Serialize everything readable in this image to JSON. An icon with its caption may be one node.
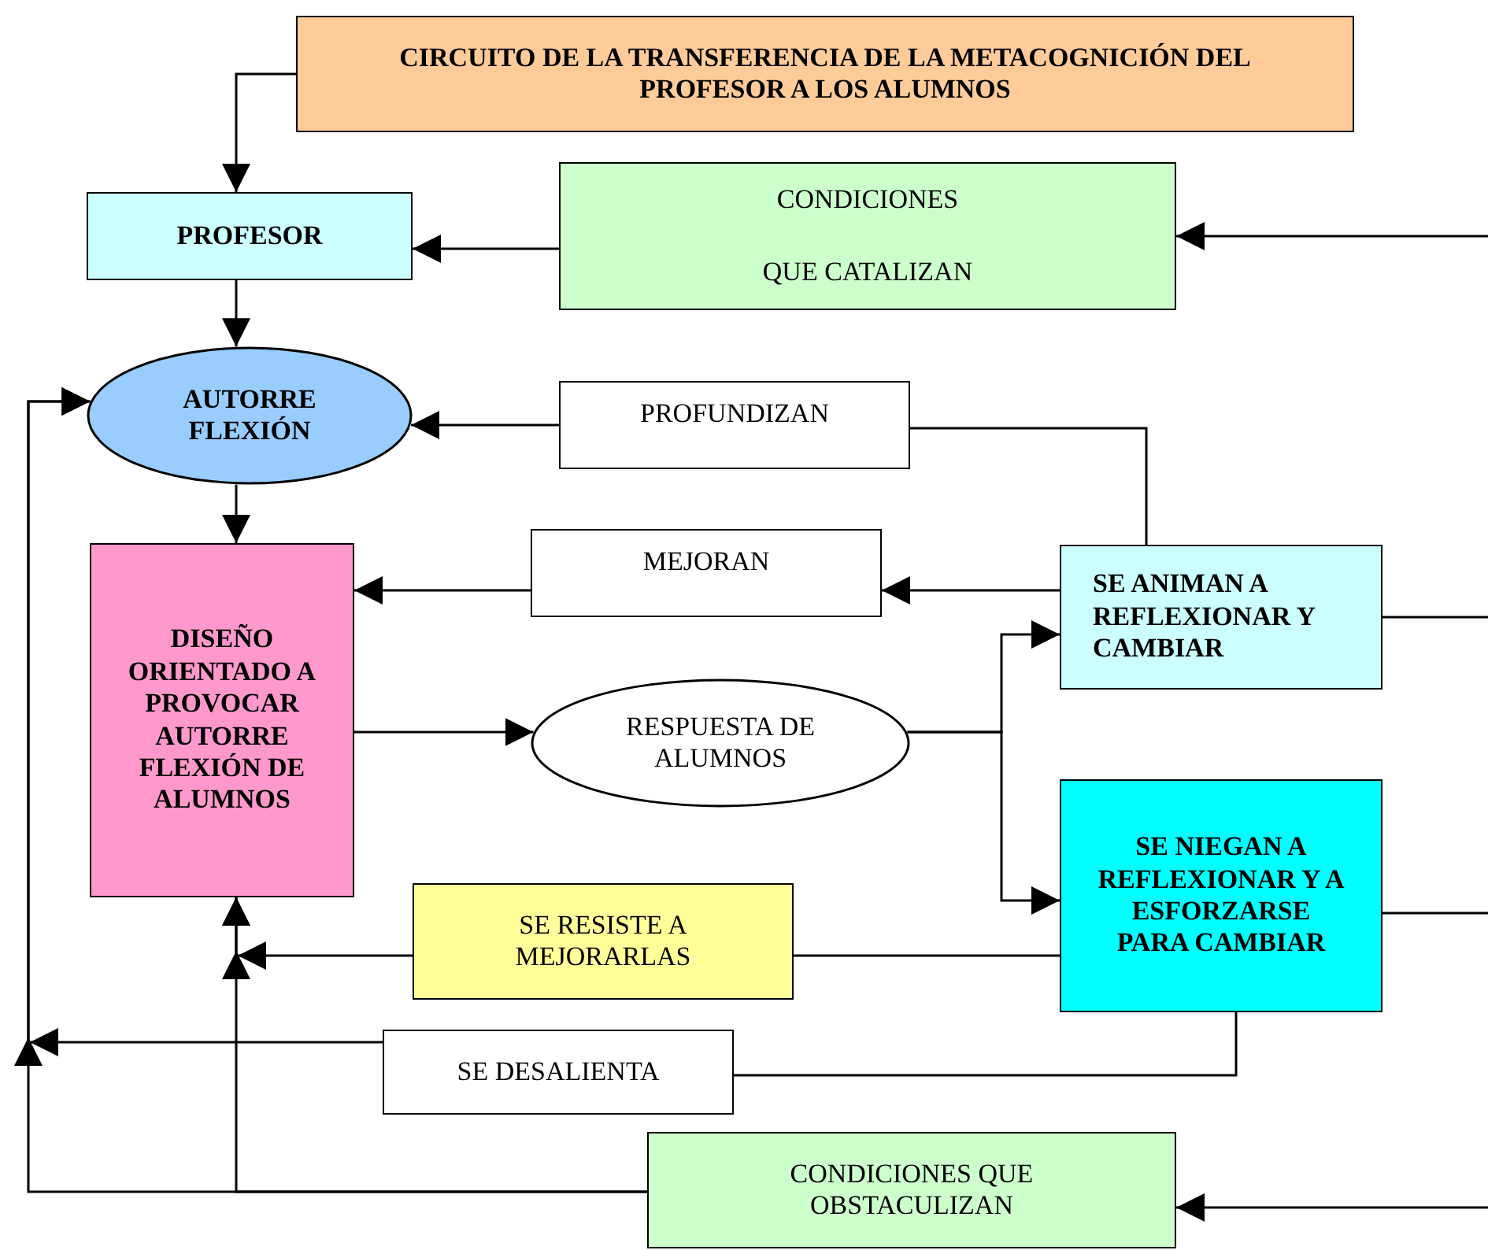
{
  "diagram": {
    "nodes": [
      {
        "text": [
          "CIRCUITO DE LA TRANSFERENCIA DE LA METACOGNICIÓN DEL PROFESOR A LOS ALUMNOS"
        ]
      },
      {
        "text": [
          "PROFESOR"
        ]
      },
      {
        "text": [
          "CONDICIONES",
          "QUE CATALIZAN"
        ]
      },
      {
        "text": [
          "AUTORRE FLEXIÓN"
        ]
      },
      {
        "text": [
          "PROFUNDIZAN"
        ]
      },
      {
        "text": [
          "DISEÑO ORIENTADO A PROVOCAR AUTORRE FLEXIÓN DE ALUMNOS"
        ]
      },
      {
        "text": [
          "MEJORAN"
        ]
      },
      {
        "text": [
          "SE ANIMAN A REFLEXIONAR Y CAMBIAR"
        ]
      },
      {
        "text": [
          "RESPUESTA DE ALUMNOS"
        ]
      },
      {
        "text": [
          "SE NIEGAN A REFLEXIONAR Y A ESFORZARSE PARA CAMBIAR"
        ]
      },
      {
        "text": [
          "SE RESISTE A MEJORARLAS"
        ]
      },
      {
        "text": [
          "SE DESALIENTA"
        ]
      },
      {
        "text": [
          "CONDICIONES QUE OBSTACULIZAN"
        ]
      }
    ],
    "edges": [
      {
        "from": 0,
        "to": 1,
        "arrow": "to"
      },
      {
        "from": 2,
        "to": 1,
        "arrow": "to"
      },
      {
        "from": null,
        "to": 2,
        "arrow": "to"
      },
      {
        "from": 1,
        "to": 3,
        "arrow": "to"
      },
      {
        "from": 4,
        "to": 3,
        "arrow": "to"
      },
      {
        "from": 7,
        "to": 4,
        "arrow": "none"
      },
      {
        "from": 3,
        "to": 5,
        "arrow": "to"
      },
      {
        "from": 6,
        "to": 5,
        "arrow": "to"
      },
      {
        "from": 7,
        "to": 6,
        "arrow": "to"
      },
      {
        "from": 7,
        "to": null,
        "arrow": "none"
      },
      {
        "from": 5,
        "to": 8,
        "arrow": "to"
      },
      {
        "from": 8,
        "to": 7,
        "arrow": "to"
      },
      {
        "from": 8,
        "to": 9,
        "arrow": "to"
      },
      {
        "from": 9,
        "to": null,
        "arrow": "none"
      },
      {
        "from": 9,
        "to": 10,
        "arrow": "none"
      },
      {
        "from": 10,
        "to": 5,
        "arrow": "to"
      },
      {
        "from": 9,
        "to": 11,
        "arrow": "none"
      },
      {
        "from": 11,
        "to": 3,
        "arrow": "to"
      },
      {
        "from": 12,
        "to": 3,
        "arrow": "to"
      },
      {
        "from": 12,
        "to": 5,
        "arrow": "to"
      },
      {
        "from": null,
        "to": 12,
        "arrow": "to"
      }
    ]
  }
}
